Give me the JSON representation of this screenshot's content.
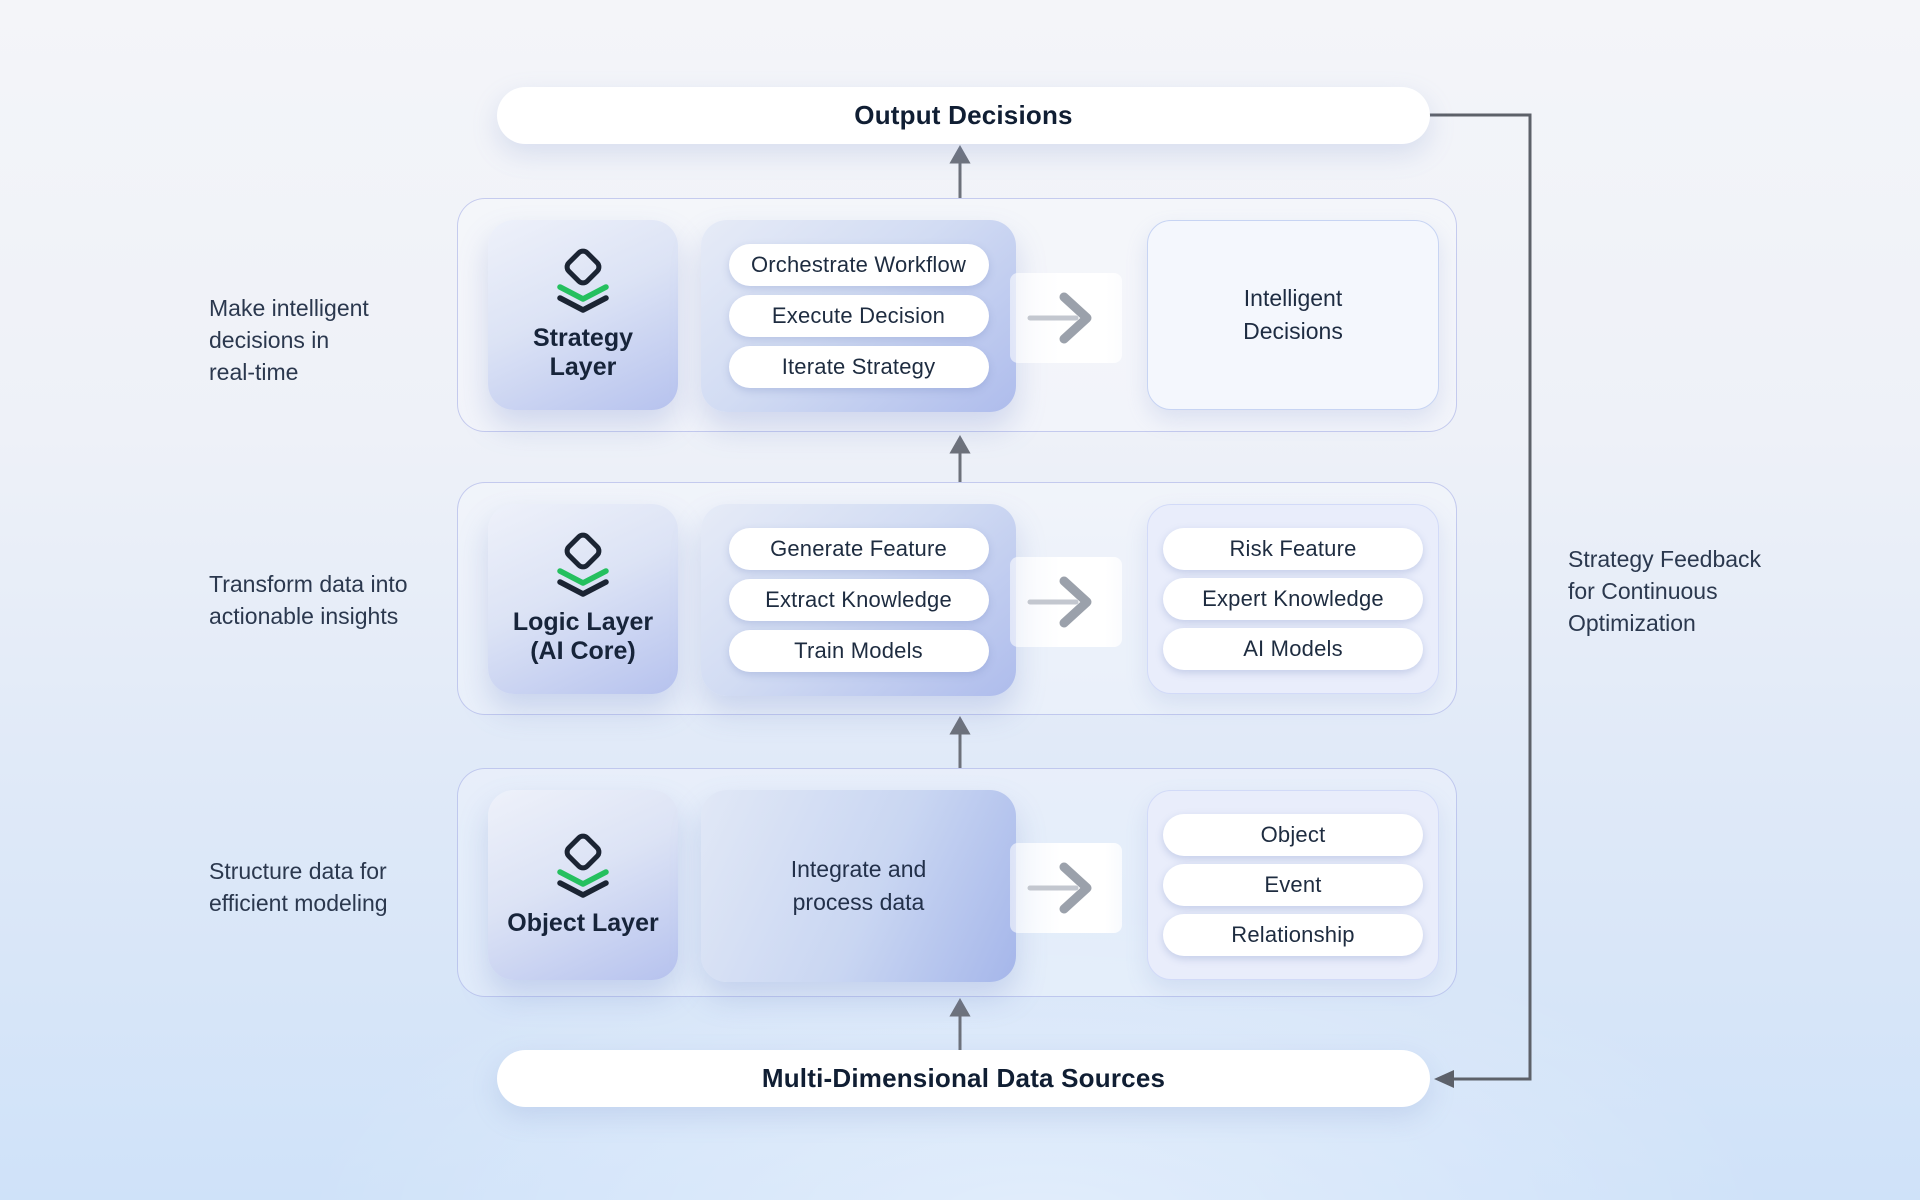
{
  "banners": {
    "top": {
      "label": "Output Decisions"
    },
    "bottom": {
      "label": "Multi-Dimensional Data Sources"
    }
  },
  "feedback": {
    "label_lines": [
      "Strategy Feedback",
      "for Continuous",
      "Optimization"
    ]
  },
  "rows": [
    {
      "name": "strategy",
      "side_label_lines": [
        "Make intelligent",
        "decisions in",
        "real-time"
      ],
      "layer": {
        "icon": "layers-icon",
        "title_lines": [
          "Strategy",
          "Layer"
        ]
      },
      "process": {
        "pills": [
          "Orchestrate Workflow",
          "Execute Decision",
          "Iterate Strategy"
        ]
      },
      "result": {
        "text_lines": [
          "Intelligent",
          "Decisions"
        ]
      }
    },
    {
      "name": "logic",
      "side_label_lines": [
        "Transform data into",
        "actionable insights"
      ],
      "layer": {
        "icon": "layers-icon",
        "title_lines": [
          "Logic Layer",
          "(AI Core)"
        ]
      },
      "process": {
        "pills": [
          "Generate Feature",
          "Extract Knowledge",
          "Train Models"
        ]
      },
      "result": {
        "pills": [
          "Risk Feature",
          "Expert Knowledge",
          "AI Models"
        ]
      }
    },
    {
      "name": "object",
      "side_label_lines": [
        "Structure data for",
        "efficient modeling"
      ],
      "layer": {
        "icon": "layers-icon",
        "title_lines": [
          "Object Layer"
        ]
      },
      "process": {
        "text_lines": [
          "Integrate and",
          "process data"
        ]
      },
      "result": {
        "pills": [
          "Object",
          "Event",
          "Relationship"
        ]
      }
    }
  ],
  "icons": {
    "layer_stack": "layers-icon",
    "transform": "right-arrow-icon",
    "flow": "up-arrow-icon",
    "feedback": "left-arrowhead-icon"
  },
  "colors": {
    "accent_green": "#25c05f",
    "navy_text": "#17243a",
    "banner_text": "#101e33",
    "connector_gray": "#60646c",
    "flow_arrow_gray": "#6d717a",
    "card_periwinkle": "#aebcec",
    "pill_bg": "#ffffff",
    "page_top": "#f4f5f9",
    "page_bottom": "#cfe2f9"
  }
}
